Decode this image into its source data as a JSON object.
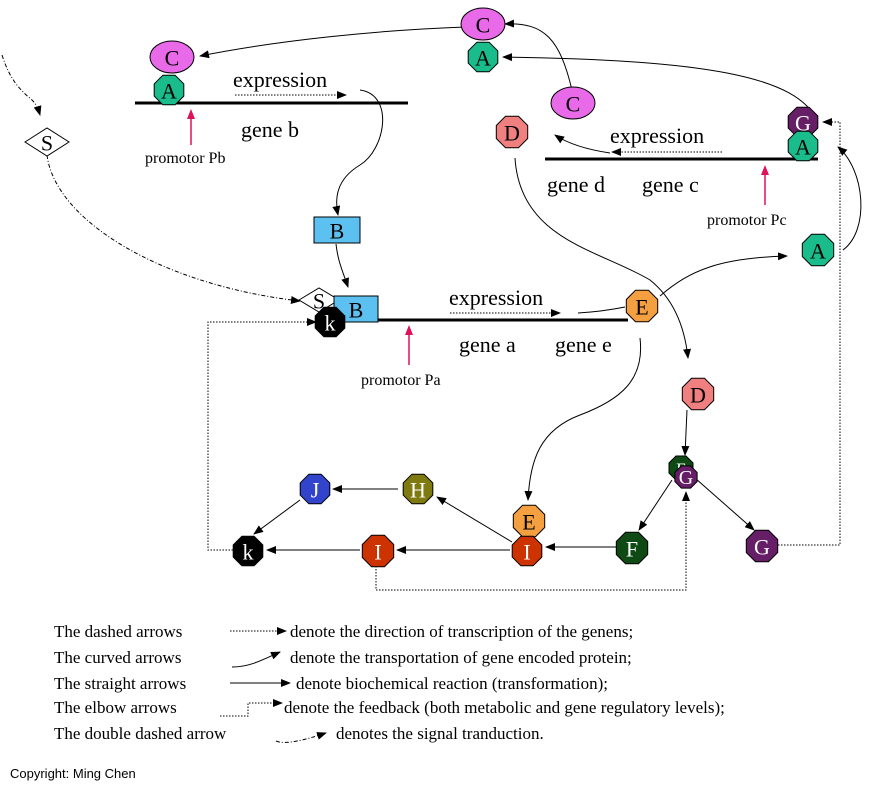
{
  "labels": {
    "expression_b": "expression",
    "gene_b": "gene b",
    "promotor_pb": "promotor Pb",
    "expression_dc": "expression",
    "gene_d": "gene d",
    "gene_c": "gene c",
    "promotor_pc": "promotor Pc",
    "expression_a": "expression",
    "gene_a": "gene a",
    "gene_e": "gene e",
    "promotor_pa": "promotor Pa"
  },
  "nodes": {
    "c_top": "C",
    "a_top": "A",
    "c_b": "C",
    "a_b": "A",
    "s_left": "S",
    "c_right": "C",
    "d_top": "D",
    "g_pc": "G",
    "a_pc": "A",
    "b_free": "B",
    "a_free": "A",
    "s_pa": "S",
    "b_pa": "B",
    "k_pa": "k",
    "e_gene": "E",
    "d_mid": "D",
    "f_fg": "F",
    "g_fg": "G",
    "j": "J",
    "h": "H",
    "e_low": "E",
    "i_low": "I",
    "k_low": "k",
    "i_left": "I",
    "f_low": "F",
    "g_low": "G"
  },
  "legend": [
    {
      "left": "The dashed  arrows",
      "right": "denote the direction of transcription of the genens;"
    },
    {
      "left": "The curved arrows",
      "right": "denote the transportation of gene encoded protein;"
    },
    {
      "left": "The straight arrows",
      "right": "denote biochemical reaction (transformation);"
    },
    {
      "left": "The elbow arrows",
      "right": "denote the feedback (both metabolic and gene regulatory levels);"
    },
    {
      "left": "The double dashed arrow",
      "right": "denotes the signal tranduction."
    }
  ],
  "copyright": "Copyright: Ming Chen",
  "colors": {
    "A": "#1abc8c",
    "C": "#e86ae8",
    "D": "#f08080",
    "E": "#f5a040",
    "F": "#0f4a14",
    "G": "#661e66",
    "H": "#7f7a10",
    "I": "#cc3300",
    "J": "#3344cc",
    "k": "#000000",
    "B": "#5cc0f0",
    "promotor_arrow": "#e0105a"
  }
}
